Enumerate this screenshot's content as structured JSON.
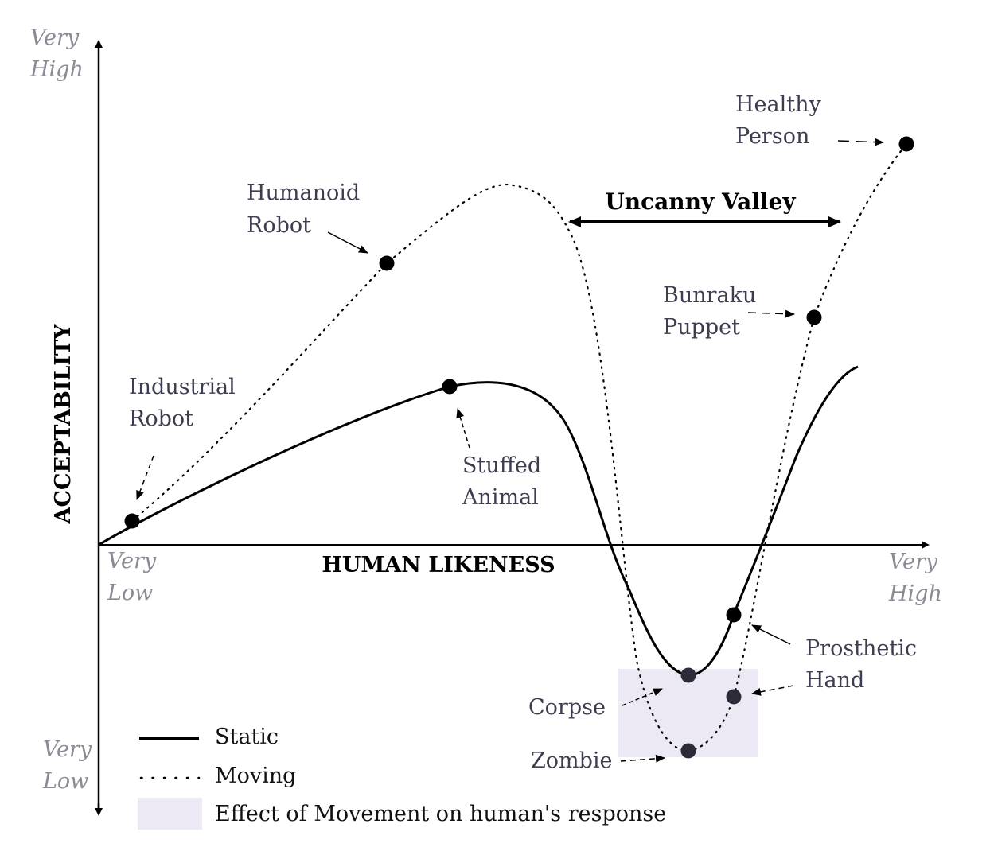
{
  "axes": {
    "y_title": "ACCEPTABILITY",
    "x_title": "HUMAN LIKENESS",
    "y_top": [
      "Very",
      "High"
    ],
    "y_bottom": [
      "Very",
      "Low"
    ],
    "x_left": [
      "Very",
      "Low"
    ],
    "x_right": [
      "Very",
      "High"
    ]
  },
  "valley_label": "Uncanny Valley",
  "labels": {
    "healthy_person": [
      "Healthy",
      "Person"
    ],
    "humanoid_robot": [
      "Humanoid",
      "Robot"
    ],
    "bunraku_puppet": [
      "Bunraku",
      "Puppet"
    ],
    "industrial_robot": [
      "Industrial",
      "Robot"
    ],
    "stuffed_animal": [
      "Stuffed",
      "Animal"
    ],
    "prosthetic_hand": [
      "Prosthetic",
      "Hand"
    ],
    "corpse": "Corpse",
    "zombie": "Zombie"
  },
  "legend": {
    "static": "Static",
    "moving": "Moving",
    "effect": "Effect of Movement on human's response"
  },
  "colors": {
    "curve": "#000000",
    "label": "#3d3d50",
    "axis_end": "#8a8a95",
    "effect_region": "#ece8f4"
  }
}
